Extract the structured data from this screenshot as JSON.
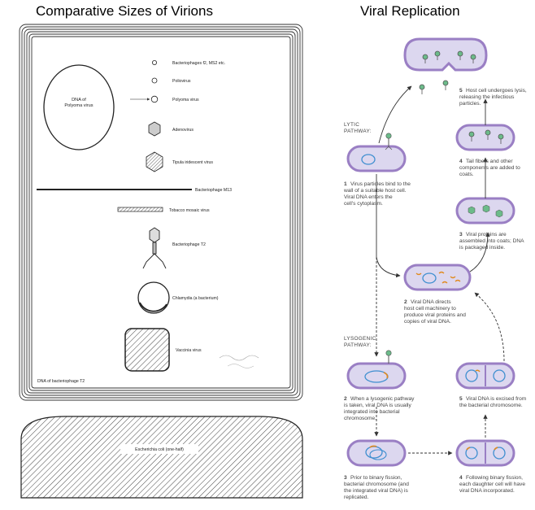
{
  "titles": {
    "left": "Comparative Sizes of Virions",
    "right": "Viral Replication"
  },
  "left_panel": {
    "polyoma_dna": [
      "DNA of",
      "Polyoma virus"
    ],
    "virus_labels": [
      "Bacteriophages f2, MS2 etc.",
      "Poliovirus",
      "Polyoma virus",
      "Adenovirus",
      "Tipula iridescent virus",
      "Bacteriophage M13",
      "Tobacco mosaic virus",
      "Bacteriophage T2",
      "Chlamydia (a bacterium)",
      "Vaccinia virus"
    ],
    "t2_dna": "DNA of bacteriophage T2",
    "ecoli": "Escherichia coli (one-half)"
  },
  "right_panel": {
    "lytic_label": [
      "LYTIC",
      "PATHWAY:"
    ],
    "lysogenic_label": [
      "LYSOGENIC",
      "PATHWAY:"
    ],
    "steps": {
      "lytic_1": {
        "num": "1",
        "lines": [
          "Virus particles bind to the",
          "wall of a suitable host cell.",
          "Viral DNA enters the",
          "cell's cytoplasm."
        ]
      },
      "lytic_2": {
        "num": "2",
        "lines": [
          "Viral DNA directs",
          "host cell machinery to",
          "produce viral proteins and",
          "copies of viral DNA."
        ]
      },
      "lytic_3": {
        "num": "3",
        "lines": [
          "Viral proteins are",
          "assembled into coats; DNA",
          "is packaged inside."
        ]
      },
      "lytic_4": {
        "num": "4",
        "lines": [
          "Tail fibers and other",
          "components are added to",
          "coats."
        ]
      },
      "lytic_5": {
        "num": "5",
        "lines": [
          "Host cell undergoes lysis,",
          "releasing the infectious",
          "particles."
        ]
      },
      "lyso_2": {
        "num": "2",
        "lines": [
          "When a lysogenic pathway",
          "is taken, viral DNA is usually",
          "integrated into bacterial",
          "chromosome."
        ]
      },
      "lyso_3": {
        "num": "3",
        "lines": [
          "Prior to binary fission,",
          "bacterial chromosome (and",
          "the integrated viral DNA) is",
          "replicated."
        ]
      },
      "lyso_4": {
        "num": "4",
        "lines": [
          "Following binary fission,",
          "each daughter cell will have",
          "viral DNA incorporated."
        ]
      },
      "lyso_5": {
        "num": "5",
        "lines": [
          "Viral DNA is excised from",
          "the bacterial chromosome."
        ]
      }
    }
  },
  "colors": {
    "cell_outer": "#9a7fc4",
    "cell_inner": "#dcd7ef",
    "chromosome": "#3f8fd0",
    "viral_dna": "#e08a1e",
    "virus_head": "#6cbb8a",
    "caption": "#444444"
  }
}
